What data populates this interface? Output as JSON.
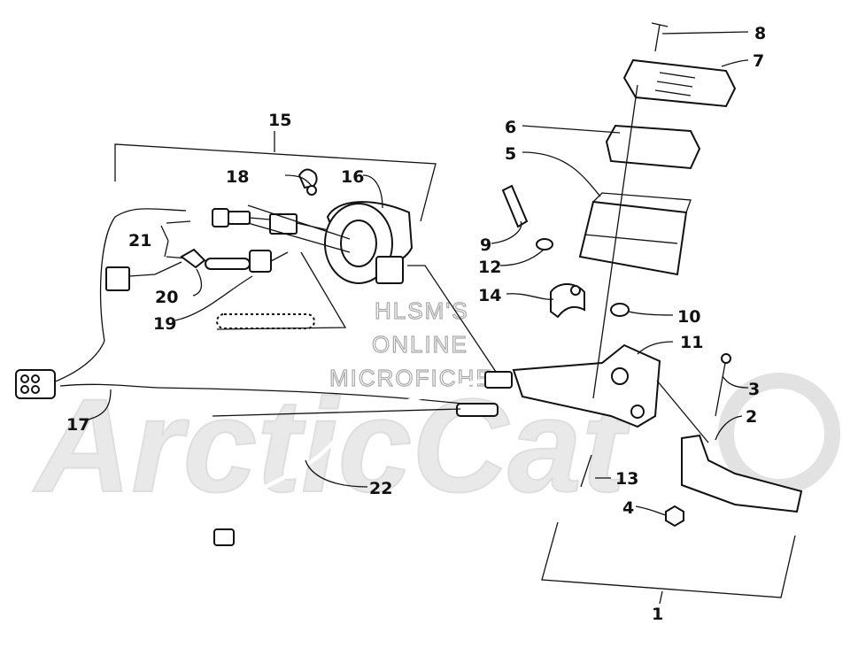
{
  "watermark": {
    "logo": "ArcticCat",
    "lines": [
      "HLSM'S",
      "ONLINE",
      "MICROFICHE"
    ]
  },
  "callouts": [
    {
      "id": "1",
      "text": "1"
    },
    {
      "id": "2",
      "text": "2"
    },
    {
      "id": "3",
      "text": "3"
    },
    {
      "id": "4",
      "text": "4"
    },
    {
      "id": "5",
      "text": "5"
    },
    {
      "id": "6",
      "text": "6"
    },
    {
      "id": "7",
      "text": "7"
    },
    {
      "id": "8",
      "text": "8"
    },
    {
      "id": "9",
      "text": "9"
    },
    {
      "id": "10",
      "text": "10"
    },
    {
      "id": "11",
      "text": "11"
    },
    {
      "id": "12",
      "text": "12"
    },
    {
      "id": "13",
      "text": "13"
    },
    {
      "id": "14",
      "text": "14"
    },
    {
      "id": "15",
      "text": "15"
    },
    {
      "id": "16",
      "text": "16"
    },
    {
      "id": "17",
      "text": "17"
    },
    {
      "id": "18",
      "text": "18"
    },
    {
      "id": "19",
      "text": "19"
    },
    {
      "id": "20",
      "text": "20"
    },
    {
      "id": "21",
      "text": "21"
    },
    {
      "id": "22",
      "text": "22"
    }
  ]
}
